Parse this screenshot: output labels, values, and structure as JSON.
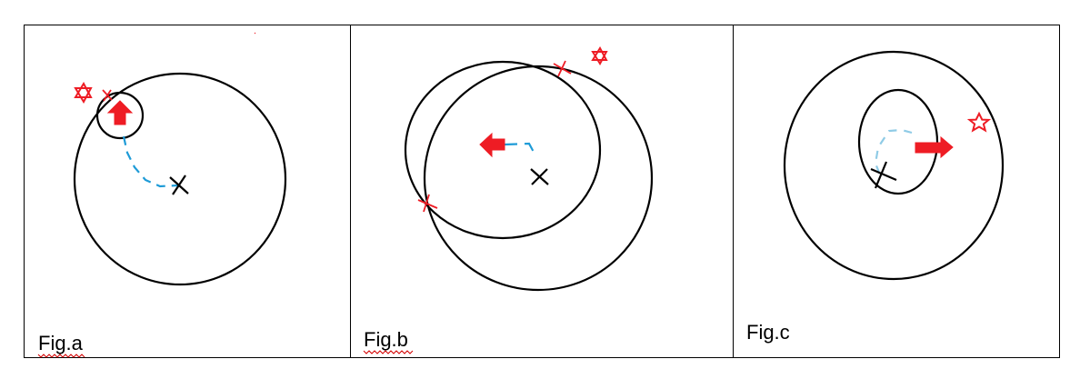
{
  "figures": [
    {
      "label": "Fig.a",
      "label_spellcheck_underline": true
    },
    {
      "label": "Fig.b",
      "label_spellcheck_underline": true
    },
    {
      "label": "Fig.c",
      "label_spellcheck_underline": false
    }
  ],
  "colors": {
    "border": "#000000",
    "circle": "#000000",
    "arrow": "#ee1c24",
    "star": "#ee1c24",
    "intersection_mark": "#ee1c24",
    "path_dash_dark": "#1e9bd7",
    "path_dash_light": "#8fcbe6",
    "center_cross": "#000000",
    "spellcheck": "#d40000"
  },
  "icons": {
    "arrow_a": "arrow-up-icon",
    "arrow_b": "arrow-left-icon",
    "arrow_c": "arrow-right-icon",
    "star": "six-point-star-icon",
    "star_c": "five-point-star-icon"
  }
}
